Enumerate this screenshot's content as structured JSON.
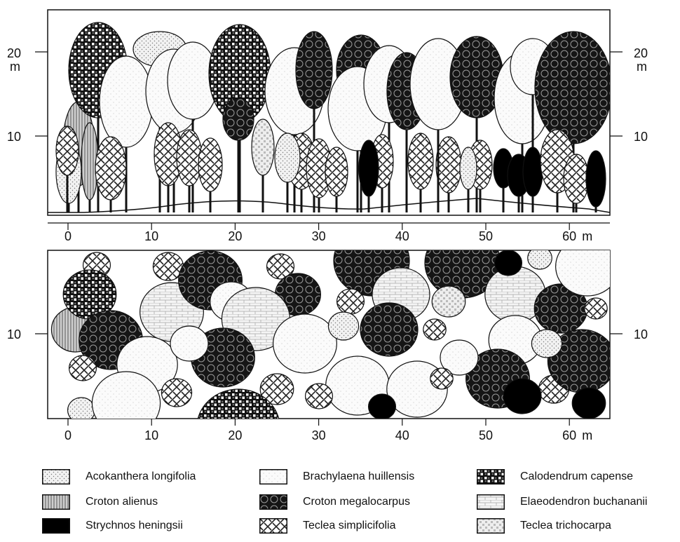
{
  "profile": {
    "y_axis_left": {
      "ticks": [
        "10",
        "20"
      ],
      "unit": "m"
    },
    "y_axis_right": {
      "ticks": [
        "10",
        "20"
      ],
      "unit": "m"
    },
    "x_axis": {
      "ticks": [
        "0",
        "10",
        "20",
        "30",
        "40",
        "50",
        "60"
      ],
      "unit": "m"
    }
  },
  "plan": {
    "y_axis_left": {
      "ticks": [
        "10"
      ]
    },
    "y_axis_right": {
      "ticks": [
        "10"
      ]
    },
    "x_axis": {
      "ticks": [
        "0",
        "10",
        "20",
        "30",
        "40",
        "50",
        "60"
      ],
      "unit": "m"
    }
  },
  "species": [
    {
      "key": "acokanthera",
      "label": "Acokanthera longifolia",
      "pattern": "stipple-dense",
      "color": "#e6e6e6"
    },
    {
      "key": "brachylaena",
      "label": "Brachylaena huillensis",
      "pattern": "stipple-light",
      "color": "#f4f4f4"
    },
    {
      "key": "calodendrum",
      "label": "Calodendrum capense",
      "pattern": "checker-circles",
      "color": "#111111"
    },
    {
      "key": "croton_alienus",
      "label": "Croton alienus",
      "pattern": "vertical-stripes",
      "color": "#aaaaaa"
    },
    {
      "key": "croton_mega",
      "label": "Croton megalocarpus",
      "pattern": "dark-circles",
      "color": "#1a1a1a"
    },
    {
      "key": "elaeodendron",
      "label": "Elaeodendron buchananii",
      "pattern": "brick",
      "color": "#eeeeee"
    },
    {
      "key": "strychnos",
      "label": "Strychnos heningsii",
      "pattern": "solid-black",
      "color": "#000000"
    },
    {
      "key": "teclea_s",
      "label": "Teclea simplicifolia",
      "pattern": "diagonal-weave",
      "color": "#ffffff"
    },
    {
      "key": "teclea_t",
      "label": "Teclea trichocarpa",
      "pattern": "checker-light",
      "color": "#cccccc"
    }
  ]
}
